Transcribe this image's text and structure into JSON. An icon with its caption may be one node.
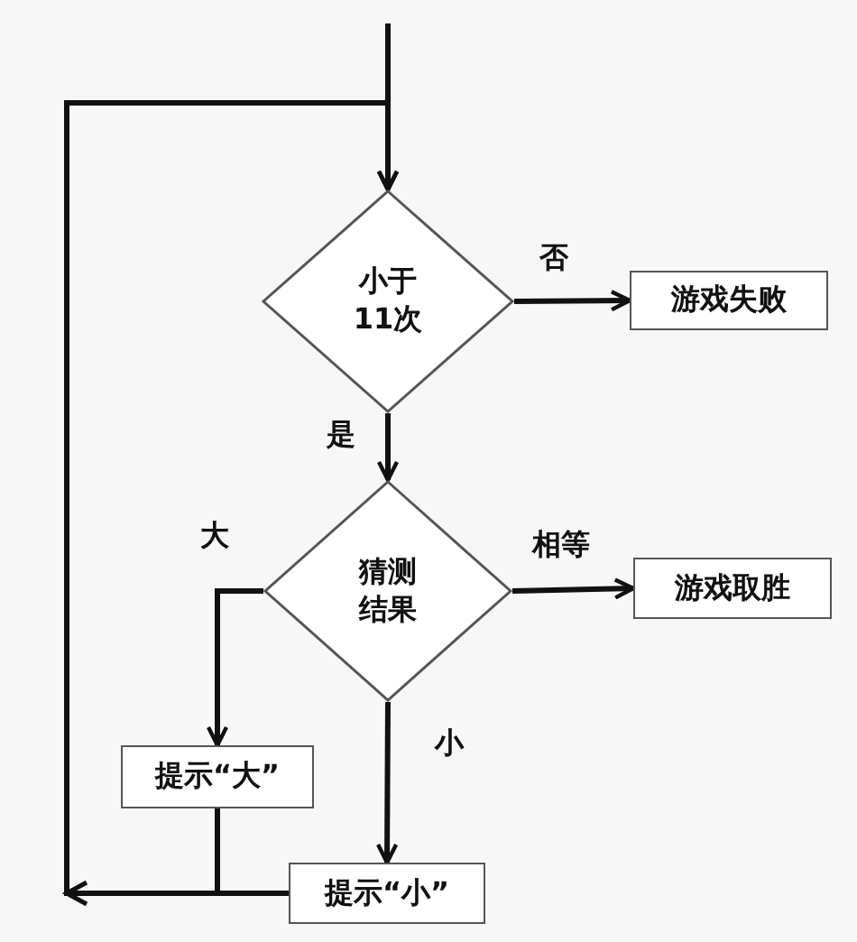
{
  "diagram": {
    "nodes": [
      {
        "text": [
          "小于11次"
        ]
      },
      {
        "text": [
          "游戏失败"
        ]
      },
      {
        "text": [
          "猜测结果"
        ]
      },
      {
        "text": [
          "游戏取胜"
        ]
      },
      {
        "text": [
          "提示“大”"
        ]
      },
      {
        "text": [
          "提示“小”"
        ]
      }
    ],
    "edges": [
      {
        "from": null,
        "to": 0,
        "arrow": "to"
      },
      {
        "from": 0,
        "to": 1,
        "arrow": "to",
        "label": "否"
      },
      {
        "from": 0,
        "to": 2,
        "arrow": "to",
        "label": "是"
      },
      {
        "from": 2,
        "to": 3,
        "arrow": "to",
        "label": "相等"
      },
      {
        "from": 2,
        "to": 4,
        "arrow": "to",
        "label": "大"
      },
      {
        "from": 2,
        "to": 5,
        "arrow": "to",
        "label": "小"
      },
      {
        "from": 4,
        "to": 0,
        "arrow": "to"
      },
      {
        "from": 5,
        "to": 0,
        "arrow": "to"
      }
    ]
  }
}
